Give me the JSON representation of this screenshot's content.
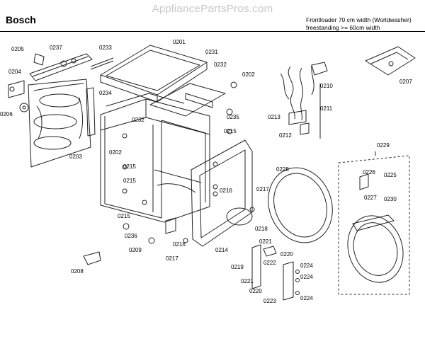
{
  "header": {
    "brand": "Bosch",
    "watermark": "AppliancePartsPros.com",
    "spec_line_1": "Frontloader 70 cm width (Worldwasher)",
    "spec_line_2": "freestanding >= 60cm width"
  },
  "part_labels": [
    "0205",
    "0237",
    "0233",
    "0201",
    "0231",
    "0232",
    "0202",
    "0207",
    "0204",
    "0206",
    "0234",
    "0235",
    "0215",
    "0213",
    "0210",
    "0211",
    "0212",
    "0232",
    "0203",
    "0202",
    "0215",
    "0215",
    "0229",
    "0226",
    "0225",
    "0227",
    "0228",
    "0216",
    "0217",
    "0230",
    "0215",
    "0236",
    "0209",
    "0216",
    "0218",
    "0221",
    "0220",
    "0219",
    "0222",
    "0224",
    "0221",
    "0220",
    "0224",
    "0223",
    "0224",
    "0208",
    "0217",
    "0214"
  ]
}
